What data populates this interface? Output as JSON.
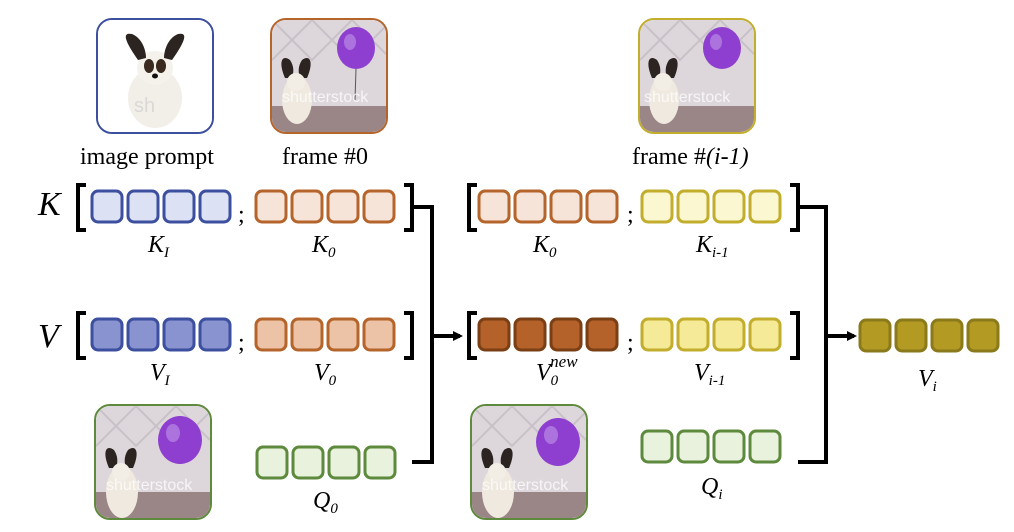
{
  "colors": {
    "image_prompt": {
      "border": "#3d4f9f",
      "fill_light": "#dde1f4",
      "fill_dark": "#8893cf"
    },
    "frame0": {
      "border": "#b5652b",
      "fill_light": "#f7e4d8",
      "fill_dark": "#ecc3a7",
      "fill_new": "#b5612a"
    },
    "frame_prev": {
      "border": "#c2ad2d",
      "fill_light": "#fbf7d1",
      "fill_dark": "#f5ea98"
    },
    "query": {
      "border": "#5e8a3d",
      "fill": "#e8f2dc"
    },
    "output": {
      "border": "#8b7a1c",
      "fill": "#b39b23"
    }
  },
  "captions": {
    "image_prompt": "image prompt",
    "frame0": "frame #0",
    "frame_prev_prefix": "frame #",
    "frame_prev_index": "(i-1)"
  },
  "row_labels": {
    "k": "K",
    "v": "V"
  },
  "symbols": {
    "k_i": {
      "base": "K",
      "sub": "I"
    },
    "k_0": {
      "base": "K",
      "sub": "0"
    },
    "v_i": {
      "base": "V",
      "sub": "I"
    },
    "v_0": {
      "base": "V",
      "sub": "0"
    },
    "k_0_b": {
      "base": "K",
      "sub": "0"
    },
    "k_prev": {
      "base": "K",
      "sub": "i-1"
    },
    "v_new": {
      "base": "V",
      "sub": "0",
      "sup": "new"
    },
    "v_prev": {
      "base": "V",
      "sub": "i-1"
    },
    "v_out": {
      "base": "V",
      "sub": "i"
    },
    "q_0": {
      "base": "Q",
      "sub": "0"
    },
    "q_i": {
      "base": "Q",
      "sub": "i"
    }
  },
  "separator": ";",
  "watermark": "shutterstock"
}
